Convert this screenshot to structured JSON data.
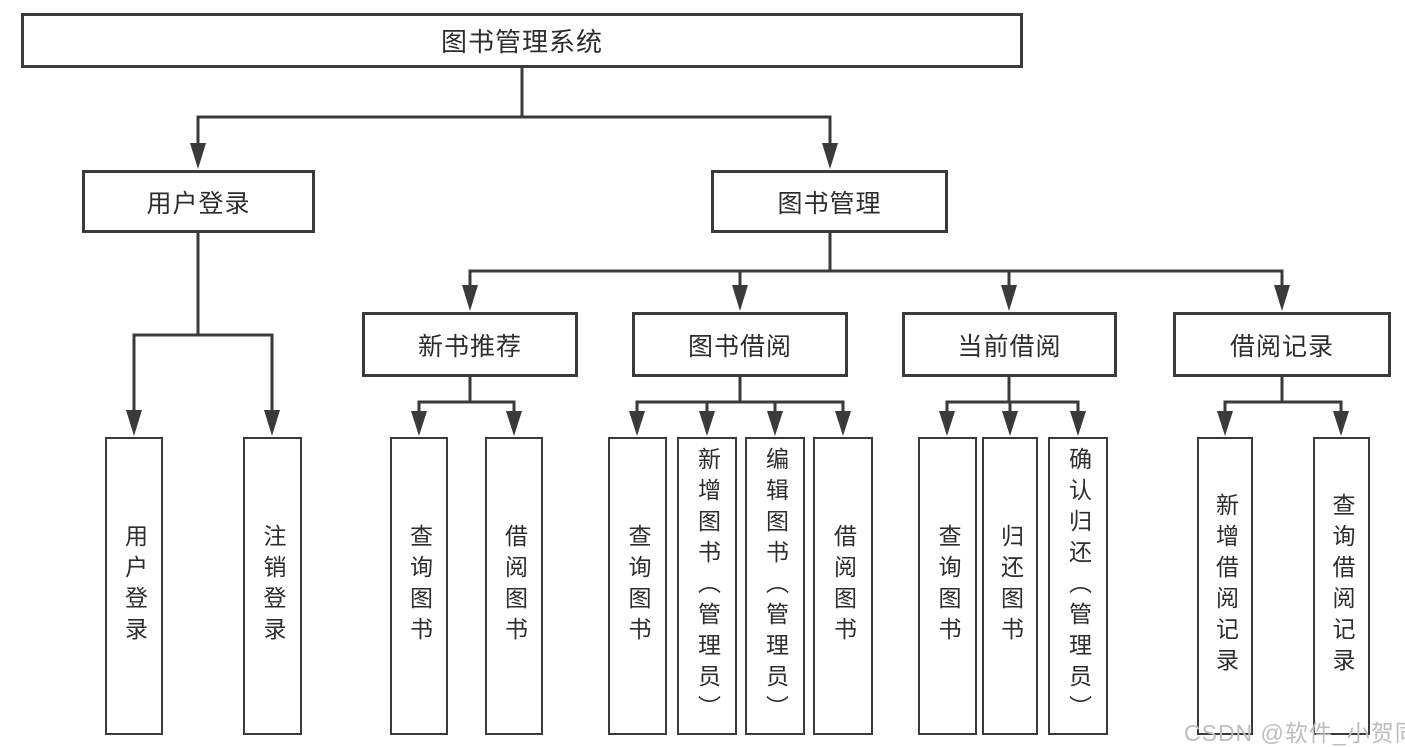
{
  "colors": {
    "line": "#3a3a3a",
    "text": "#2d2d2d",
    "watermark": "#bdbdbd",
    "bg": "#ffffff"
  },
  "watermark": "CSDN @软件_小贺同学",
  "tree": {
    "root": {
      "label": "图书管理系统"
    },
    "branches": [
      {
        "label": "用户登录",
        "children": [
          {
            "label": "用户登录"
          },
          {
            "label": "注销登录"
          }
        ]
      },
      {
        "label": "图书管理",
        "children": [
          {
            "label": "新书推荐",
            "children": [
              {
                "label": "查询图书"
              },
              {
                "label": "借阅图书"
              }
            ]
          },
          {
            "label": "图书借阅",
            "children": [
              {
                "label": "查询图书"
              },
              {
                "label": "新增图书（管理员）"
              },
              {
                "label": "编辑图书（管理员）"
              },
              {
                "label": "借阅图书"
              }
            ]
          },
          {
            "label": "当前借阅",
            "children": [
              {
                "label": "查询图书"
              },
              {
                "label": "归还图书"
              },
              {
                "label": "确认归还（管理员）"
              }
            ]
          },
          {
            "label": "借阅记录",
            "children": [
              {
                "label": "新增借阅记录"
              },
              {
                "label": "查询借阅记录"
              }
            ]
          }
        ]
      }
    ]
  }
}
